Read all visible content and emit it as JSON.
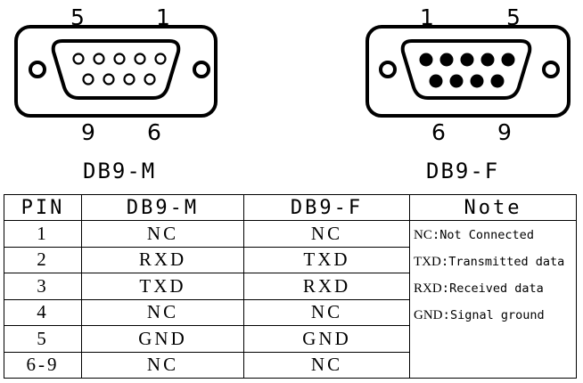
{
  "connectors": [
    {
      "label": "DB9-M",
      "top_pins": [
        "5",
        "1"
      ],
      "bottom_pins": [
        "9",
        "6"
      ],
      "style": "male"
    },
    {
      "label": "DB9-F",
      "top_pins": [
        "1",
        "5"
      ],
      "bottom_pins": [
        "6",
        "9"
      ],
      "style": "female"
    }
  ],
  "table": {
    "headers": [
      "PIN",
      "DB9-M",
      "DB9-F",
      "Note"
    ],
    "rows": [
      {
        "pin": "1",
        "m": "NC",
        "f": "NC"
      },
      {
        "pin": "2",
        "m": "RXD",
        "f": "TXD"
      },
      {
        "pin": "3",
        "m": "TXD",
        "f": "RXD"
      },
      {
        "pin": "4",
        "m": "NC",
        "f": "NC"
      },
      {
        "pin": "5",
        "m": "GND",
        "f": "GND"
      },
      {
        "pin": "6-9",
        "m": "NC",
        "f": "NC"
      }
    ],
    "notes": [
      {
        "abbr": "NC",
        "text": "Not Connected"
      },
      {
        "abbr": "TXD",
        "text": "Transmitted data"
      },
      {
        "abbr": "RXD",
        "text": "Received data"
      },
      {
        "abbr": "GND",
        "text": "Signal ground"
      }
    ]
  }
}
